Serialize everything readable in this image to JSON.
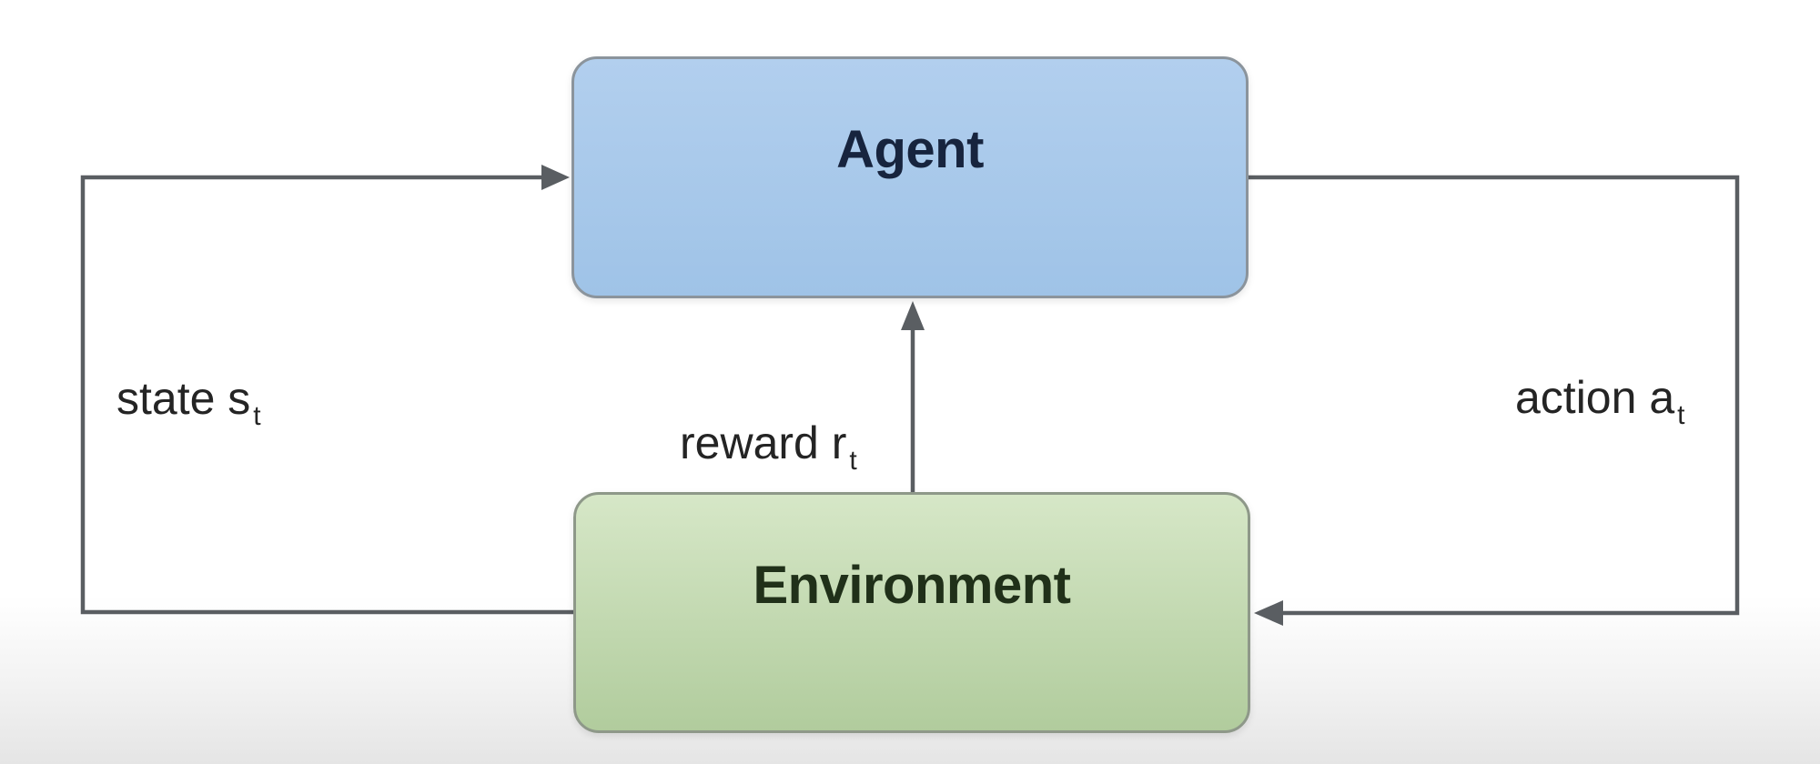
{
  "colors": {
    "agent_fill_top": "#b2cfee",
    "agent_fill_bottom": "#9fc3e7",
    "agent_border": "#8b949c",
    "agent_text": "#17243e",
    "env_fill_top": "#d6e7c7",
    "env_fill_bottom": "#b1cc9d",
    "env_border": "#8e9889",
    "env_text": "#203019",
    "connector": "#5a5e62",
    "label_text": "#242424"
  },
  "nodes": {
    "agent": {
      "label": "Agent"
    },
    "environment": {
      "label": "Environment"
    }
  },
  "edges": {
    "state": {
      "label": "state s",
      "sub": "t",
      "from": "Environment",
      "to": "Agent"
    },
    "reward": {
      "label": "reward r",
      "sub": "t",
      "from": "Environment",
      "to": "Agent"
    },
    "action": {
      "label": "action a",
      "sub": "t",
      "from": "Agent",
      "to": "Environment"
    }
  }
}
